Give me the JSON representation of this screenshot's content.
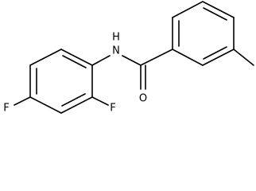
{
  "molecule": {
    "atoms": {
      "nitrogen_h": "H",
      "nitrogen": "N",
      "oxygen": "O",
      "fluorine_left": "F",
      "fluorine_right": "F"
    }
  },
  "colors": {
    "bond": "#000000",
    "label": "#000000",
    "background": "#ffffff"
  }
}
